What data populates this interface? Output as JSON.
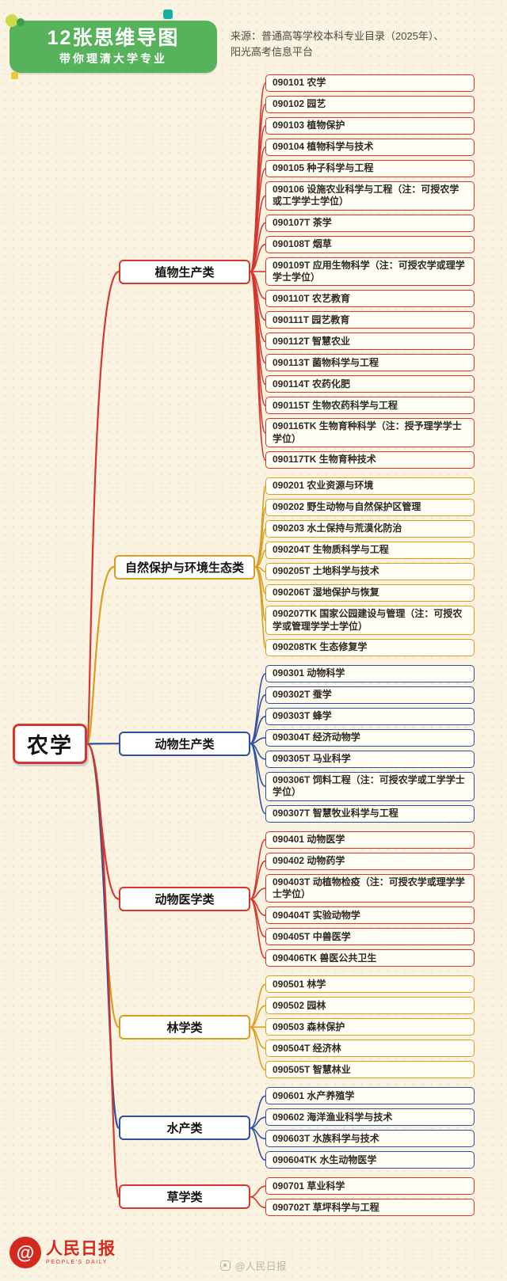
{
  "header": {
    "badge_line1": "12张思维导图",
    "badge_line2": "带你理清大学专业",
    "badge_color": "#57B25C",
    "source_line1": "来源：普通高等学校本科专业目录（2025年）、",
    "source_line2": "阳光高考信息平台"
  },
  "colors": {
    "red": "#D3372E",
    "gold": "#D99E1E",
    "blue": "#2E4FA3"
  },
  "root": {
    "label": "农学",
    "color": "red"
  },
  "branches": [
    {
      "label": "植物生产类",
      "color": "red",
      "items": [
        "090101 农学",
        "090102 园艺",
        "090103 植物保护",
        "090104 植物科学与技术",
        "090105 种子科学与工程",
        "090106 设施农业科学与工程（注：可授农学或工学学士学位）",
        "090107T 茶学",
        "090108T 烟草",
        "090109T 应用生物科学（注：可授农学或理学学士学位）",
        "090110T 农艺教育",
        "090111T 园艺教育",
        "090112T 智慧农业",
        "090113T 菌物科学与工程",
        "090114T 农药化肥",
        "090115T 生物农药科学与工程",
        "090116TK 生物育种科学（注：授予理学学士学位）",
        "090117TK 生物育种技术"
      ]
    },
    {
      "label": "自然保护与环境生态类",
      "color": "gold",
      "items": [
        "090201 农业资源与环境",
        "090202 野生动物与自然保护区管理",
        "090203 水土保持与荒漠化防治",
        "090204T 生物质科学与工程",
        "090205T 土地科学与技术",
        "090206T 湿地保护与恢复",
        "090207TK 国家公园建设与管理（注：可授农学或管理学学士学位）",
        "090208TK 生态修复学"
      ]
    },
    {
      "label": "动物生产类",
      "color": "blue",
      "items": [
        "090301 动物科学",
        "090302T 蚕学",
        "090303T 蜂学",
        "090304T 经济动物学",
        "090305T 马业科学",
        "090306T 饲料工程（注：可授农学或工学学士学位）",
        "090307T 智慧牧业科学与工程"
      ]
    },
    {
      "label": "动物医学类",
      "color": "red",
      "items": [
        "090401 动物医学",
        "090402 动物药学",
        "090403T 动植物检疫（注：可授农学或理学学士学位）",
        "090404T 实验动物学",
        "090405T 中兽医学",
        "090406TK 兽医公共卫生"
      ]
    },
    {
      "label": "林学类",
      "color": "gold",
      "items": [
        "090501 林学",
        "090502 园林",
        "090503 森林保护",
        "090504T 经济林",
        "090505T 智慧林业"
      ]
    },
    {
      "label": "水产类",
      "color": "blue",
      "items": [
        "090601 水产养殖学",
        "090602 海洋渔业科学与技术",
        "090603T 水族科学与技术",
        "090604TK 水生动物医学"
      ]
    },
    {
      "label": "草学类",
      "color": "red",
      "items": [
        "090701 草业科学",
        "090702T 草坪科学与工程"
      ]
    }
  ],
  "footer": {
    "logo_cn": "人民日报",
    "logo_en": "PEOPLE'S DAILY",
    "logo_color": "#D5281E",
    "watermark": "@人民日报"
  }
}
